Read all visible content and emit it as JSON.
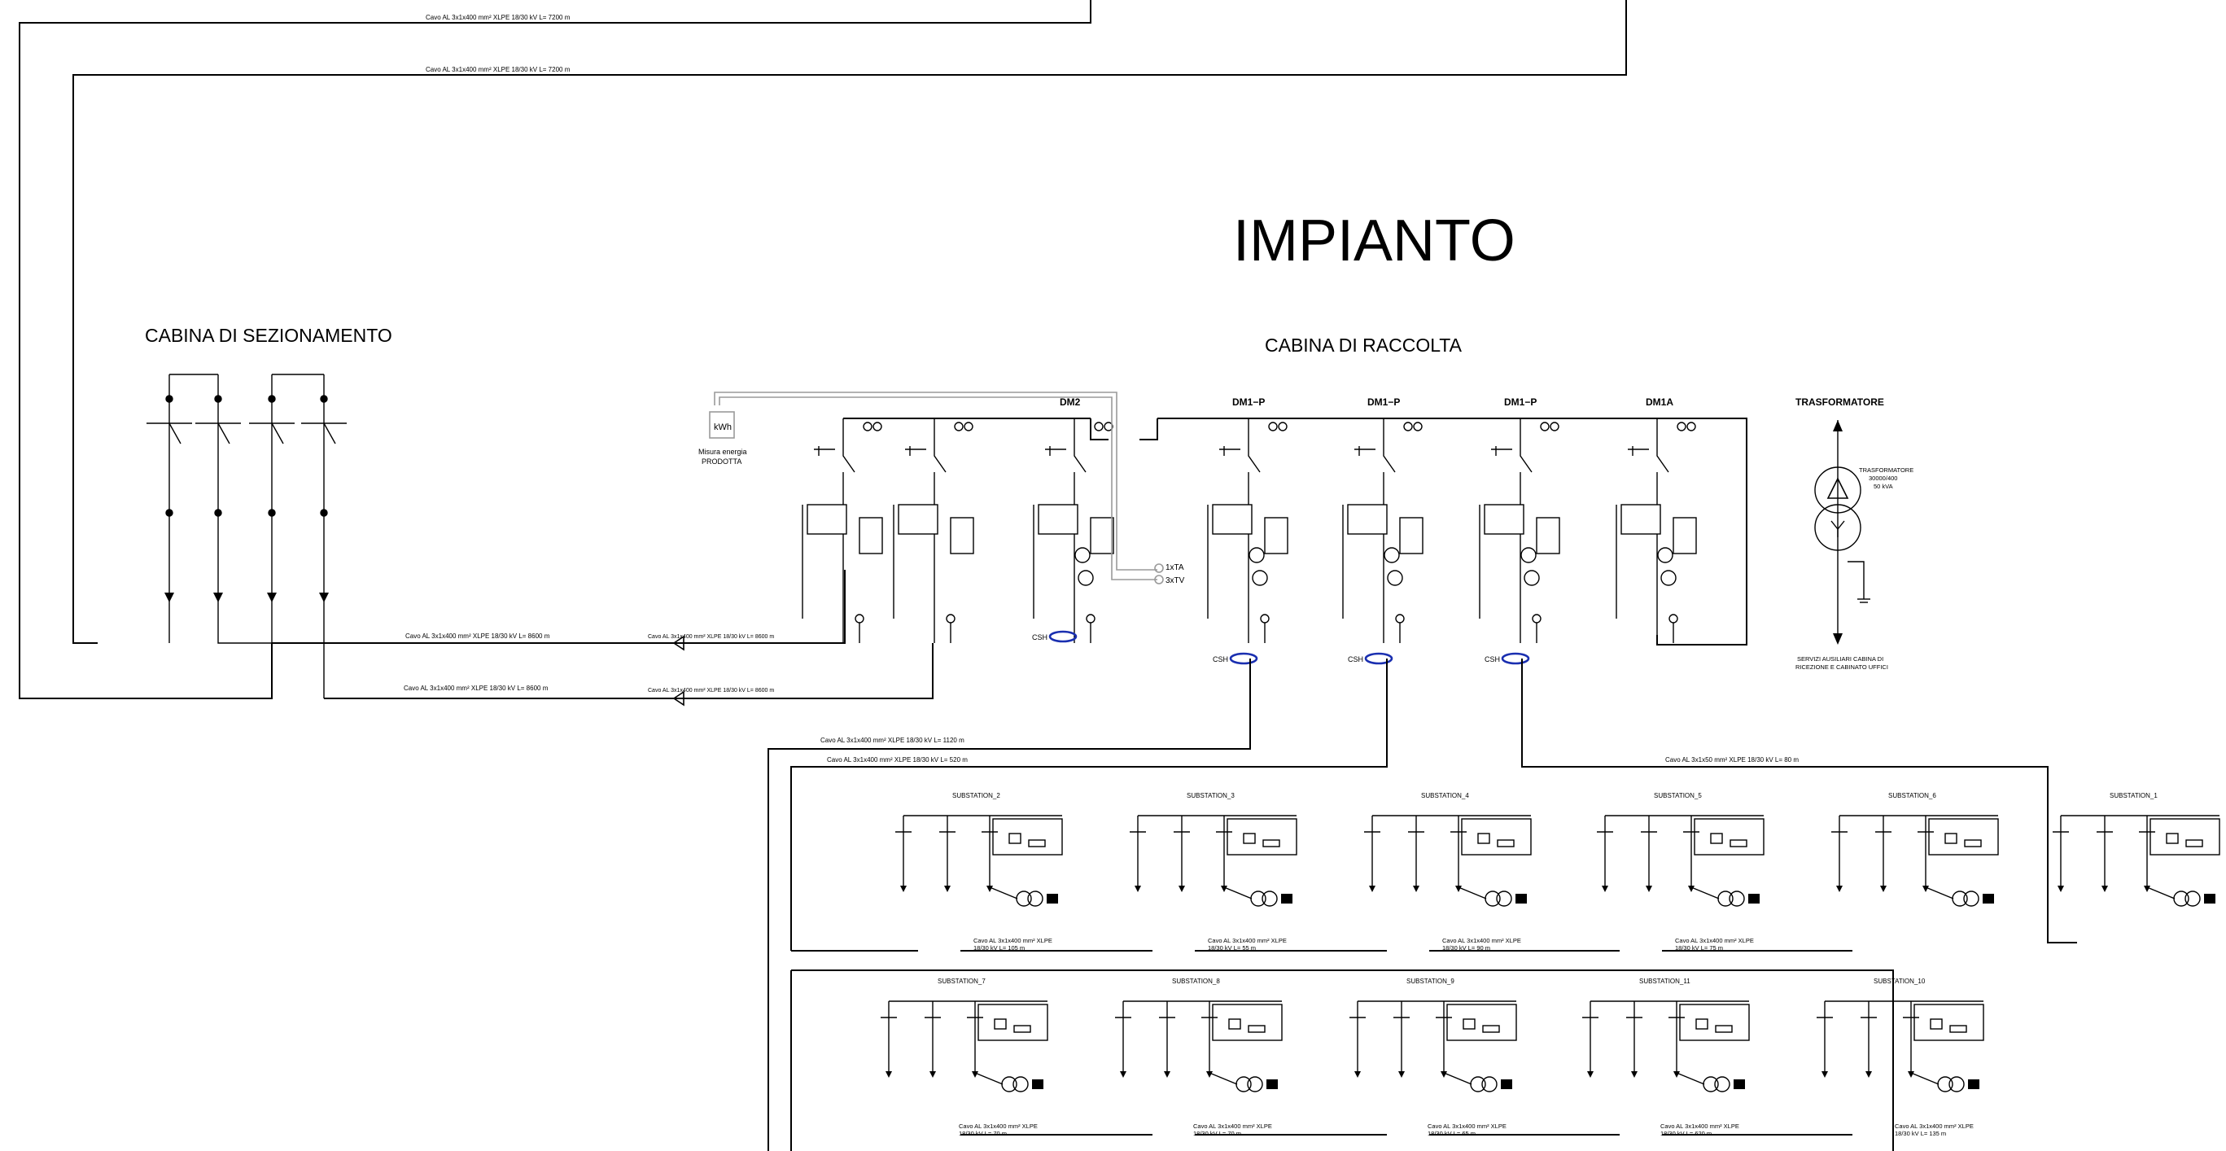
{
  "title": "IMPIANTO",
  "sections": {
    "sezionamento": "CABINA DI SEZIONAMENTO",
    "raccolta": "CABINA DI RACCOLTA"
  },
  "bays": [
    "DM2",
    "DM1−P",
    "DM1−P",
    "DM1−P",
    "DM1A",
    "TRASFORMATORE"
  ],
  "meter": {
    "symbol": "kWh",
    "line1": "Misura energia",
    "line2": "PRODOTTA"
  },
  "ct_vt": [
    "1xTA",
    "3xTV"
  ],
  "csh": "CSH",
  "transformer": {
    "line1": "TRASFORMATORE",
    "line2": "30000/400",
    "line3": "50 kVA"
  },
  "aux_services": {
    "line1": "SERVIZI AUSILIARI CABINA DI",
    "line2": "RICEZIONE E CABINATO UFFICI"
  },
  "cables": {
    "top1": "Cavo AL    3x1x400 mm²   XLPE    18/30 kV    L= 7200 m",
    "top2": "Cavo AL    3x1x400 mm²   XLPE    18/30 kV    L= 7200 m",
    "sez1": "Cavo AL    3x1x400 mm²   XLPE    18/30 kV    L= 8600 m",
    "sez2": "Cavo AL    3x1x400 mm²   XLPE    18/30 kV    L= 8600 m",
    "sez1b": "Cavo AL    3x1x400 mm²   XLPE    18/30 kV    L= 8600 m",
    "sez2b": "Cavo AL    3x1x400 mm²   XLPE    18/30 kV    L= 8600 m",
    "r1": "Cavo AL    3x1x400 mm²   XLPE    18/30 kV    L= 1120 m",
    "r2": "Cavo AL    3x1x400 mm²   XLPE    18/30 kV    L= 520 m",
    "r3": "Cavo AL    3x1x50 mm²   XLPE    18/30 kV    L= 80 m"
  },
  "substations_row1": [
    {
      "name": "SUBSTATION_2",
      "cable1": "Cavo AL    3x1x400 mm²    XLPE",
      "cable2": "18/30 kV    L= 105 m"
    },
    {
      "name": "SUBSTATION_3",
      "cable1": "Cavo AL    3x1x400 mm²    XLPE",
      "cable2": "18/30 kV    L= 55 m"
    },
    {
      "name": "SUBSTATION_4",
      "cable1": "Cavo AL    3x1x400 mm²    XLPE",
      "cable2": "18/30 kV    L= 90 m"
    },
    {
      "name": "SUBSTATION_5",
      "cable1": "Cavo AL    3x1x400 mm²    XLPE",
      "cable2": "18/30 kV    L= 75 m"
    },
    {
      "name": "SUBSTATION_6",
      "cable1": "",
      "cable2": ""
    },
    {
      "name": "SUBSTATION_1",
      "cable1": "",
      "cable2": ""
    }
  ],
  "substations_row2": [
    {
      "name": "SUBSTATION_7",
      "cable1": "Cavo AL    3x1x400 mm²    XLPE",
      "cable2": "18/30 kV    L= 70 m"
    },
    {
      "name": "SUBSTATION_8",
      "cable1": "Cavo AL    3x1x400 mm²    XLPE",
      "cable2": "18/30 kV    L= 70 m"
    },
    {
      "name": "SUBSTATION_9",
      "cable1": "Cavo AL    3x1x400 mm²    XLPE",
      "cable2": "18/30 kV    L= 65 m"
    },
    {
      "name": "SUBSTATION_11",
      "cable1": "Cavo AL    3x1x400 mm²    XLPE",
      "cable2": "18/30 kV    L= 620 m"
    },
    {
      "name": "SUBSTATION_10",
      "cable1": "Cavo AL    3x1x400 mm²    XLPE",
      "cable2": "18/30 kV    L= 135 m"
    }
  ]
}
